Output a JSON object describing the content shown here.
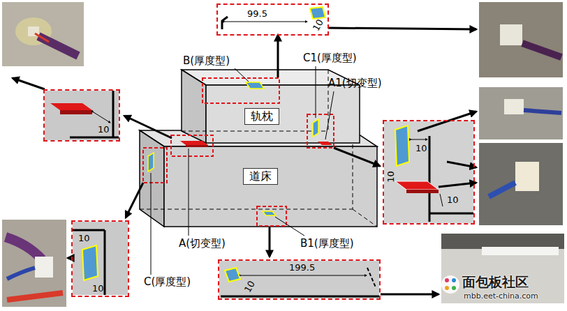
{
  "diagram": {
    "nodes": [
      {
        "text": [
          "99.5",
          "10"
        ]
      },
      {
        "text": [
          "10"
        ]
      },
      {
        "text": [
          "轨枕"
        ]
      },
      {
        "text": [
          "10",
          "10",
          "10"
        ]
      },
      {
        "text": [
          "道床"
        ]
      },
      {
        "text": [
          "10",
          "10"
        ]
      },
      {
        "text": [
          "199.5",
          "10"
        ]
      }
    ],
    "labels": [
      "B(厚度型)",
      "C1(厚度型)",
      "A1(切变型)",
      "A(切变型)",
      "B1(厚度型)",
      "C(厚度型)",
      "面包板社区",
      "mbb.eet-china.com"
    ]
  }
}
